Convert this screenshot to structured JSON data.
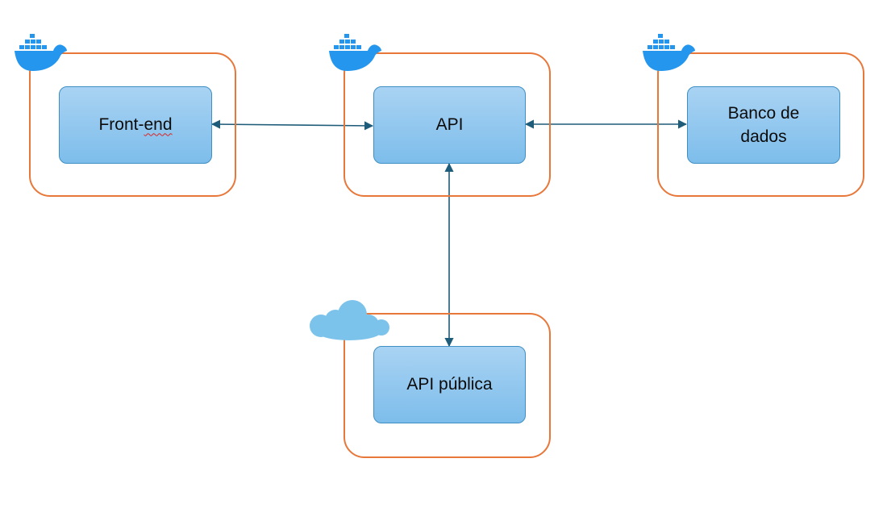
{
  "colors": {
    "container_border": "#E8773A",
    "service_fill_top": "#A9D3F3",
    "service_fill_bottom": "#7DBDEB",
    "service_border": "#3F8FC4",
    "connector": "#1F5C7A",
    "docker_blue": "#2496ED",
    "cloud_blue": "#7CC3EC"
  },
  "nodes": {
    "frontend": {
      "label": "Front-end",
      "icon": "docker-icon",
      "spellcheck_flag": "end"
    },
    "api": {
      "label": "API",
      "icon": "docker-icon"
    },
    "database": {
      "label": "Banco de dados",
      "icon": "docker-icon"
    },
    "public_api": {
      "label": "API pública",
      "icon": "cloud-icon"
    }
  },
  "edges": [
    {
      "from": "frontend",
      "to": "api",
      "direction": "bidirectional"
    },
    {
      "from": "api",
      "to": "database",
      "direction": "bidirectional"
    },
    {
      "from": "api",
      "to": "public_api",
      "direction": "bidirectional"
    }
  ]
}
